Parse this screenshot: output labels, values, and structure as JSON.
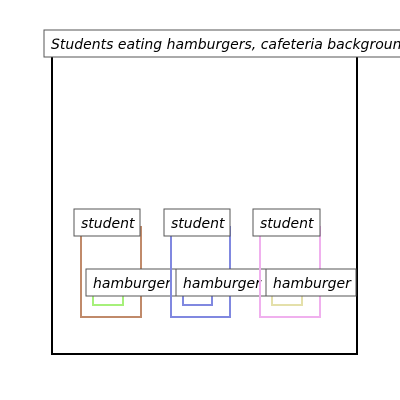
{
  "caption": "Students eating hamburgers, cafeteria background",
  "items": [
    {
      "student_label": "student",
      "hamburger_label": "hamburger",
      "student_color": "#c08a6a",
      "hamburger_color": "#a6f07a"
    },
    {
      "student_label": "student",
      "hamburger_label": "hamburger",
      "student_color": "#8088e0",
      "hamburger_color": "#8088e0"
    },
    {
      "student_label": "student",
      "hamburger_label": "hamburger",
      "student_color": "#f0b0ee",
      "hamburger_color": "#e4e0aa"
    }
  ]
}
